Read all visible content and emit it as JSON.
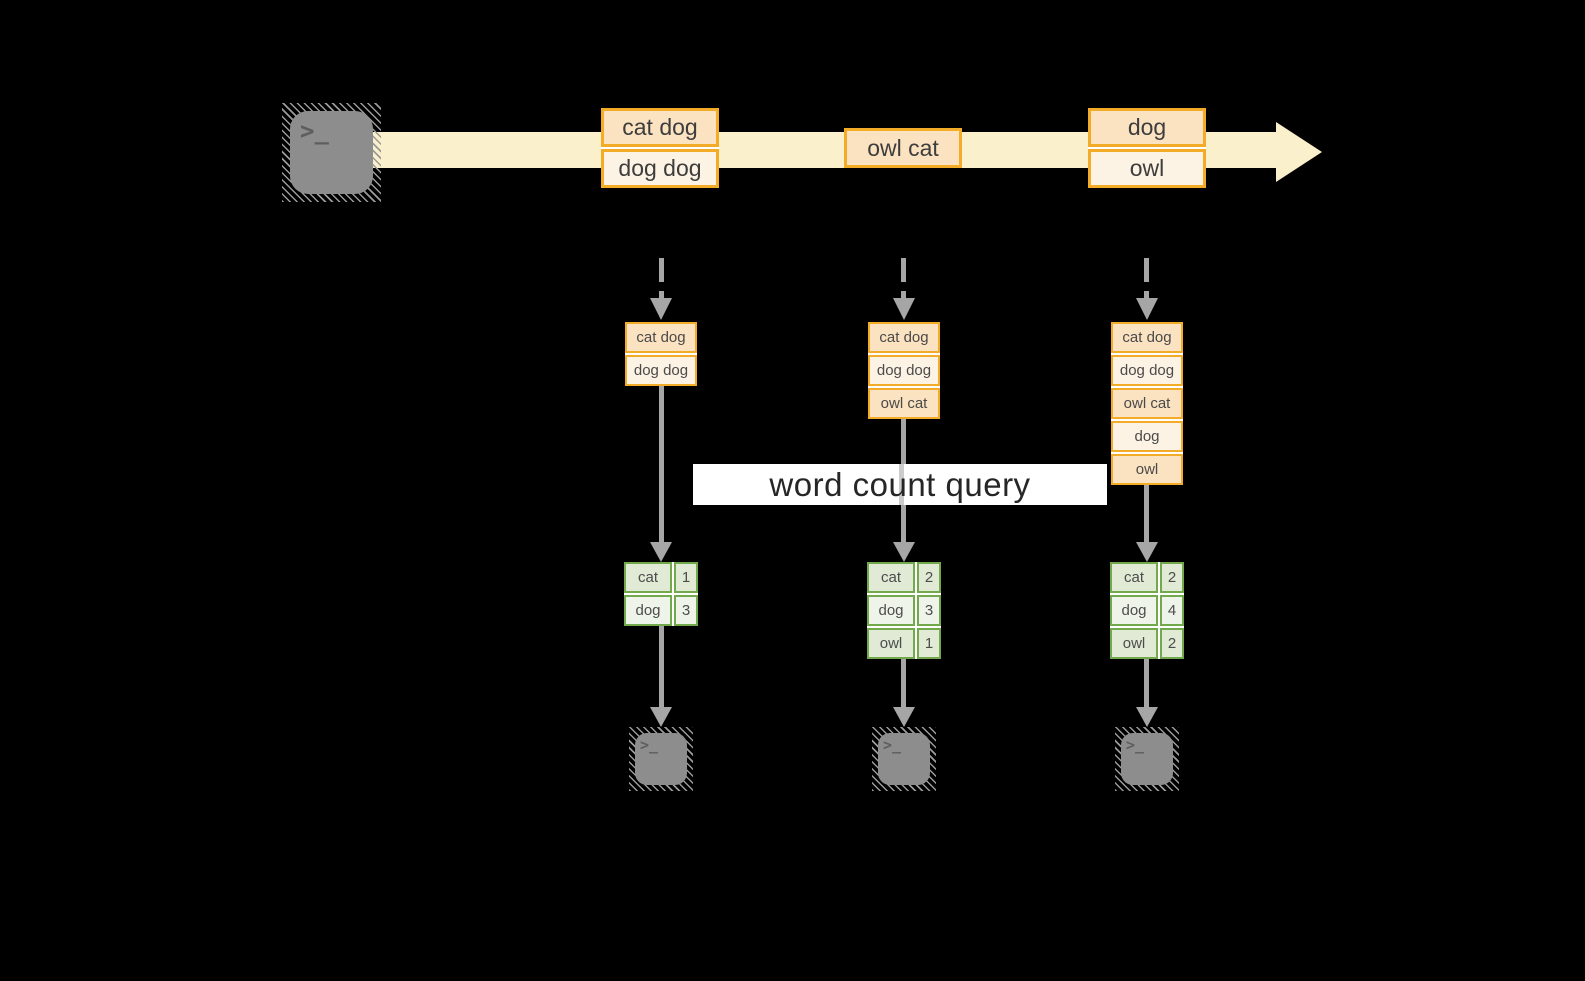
{
  "query_label": "word count query",
  "terminal_prompt": ">_",
  "colors": {
    "background": "#000000",
    "stream_yellow": "#FAF0CB",
    "record_border_orange": "#F2AC28",
    "record_fill_dark": "#FBE2C0",
    "record_fill_light": "#FDF3E4",
    "count_border_green": "#72A94C",
    "count_fill_dark": "#E0EAD5",
    "count_fill_light": "#EFF4EA",
    "arrow_gray": "#A6A6A6",
    "terminal_gray": "#8D8D8D"
  },
  "stream_records": [
    {
      "lines": [
        "cat dog",
        "dog dog"
      ]
    },
    {
      "lines": [
        "owl cat"
      ]
    },
    {
      "lines": [
        "dog",
        "owl"
      ]
    }
  ],
  "columns": [
    {
      "state": [
        "cat dog",
        "dog dog"
      ],
      "counts": [
        {
          "word": "cat",
          "count": "1"
        },
        {
          "word": "dog",
          "count": "3"
        }
      ]
    },
    {
      "state": [
        "cat dog",
        "dog dog",
        "owl cat"
      ],
      "counts": [
        {
          "word": "cat",
          "count": "2"
        },
        {
          "word": "dog",
          "count": "3"
        },
        {
          "word": "owl",
          "count": "1"
        }
      ]
    },
    {
      "state": [
        "cat dog",
        "dog dog",
        "owl cat",
        "dog",
        "owl"
      ],
      "counts": [
        {
          "word": "cat",
          "count": "2"
        },
        {
          "word": "dog",
          "count": "4"
        },
        {
          "word": "owl",
          "count": "2"
        }
      ]
    }
  ]
}
